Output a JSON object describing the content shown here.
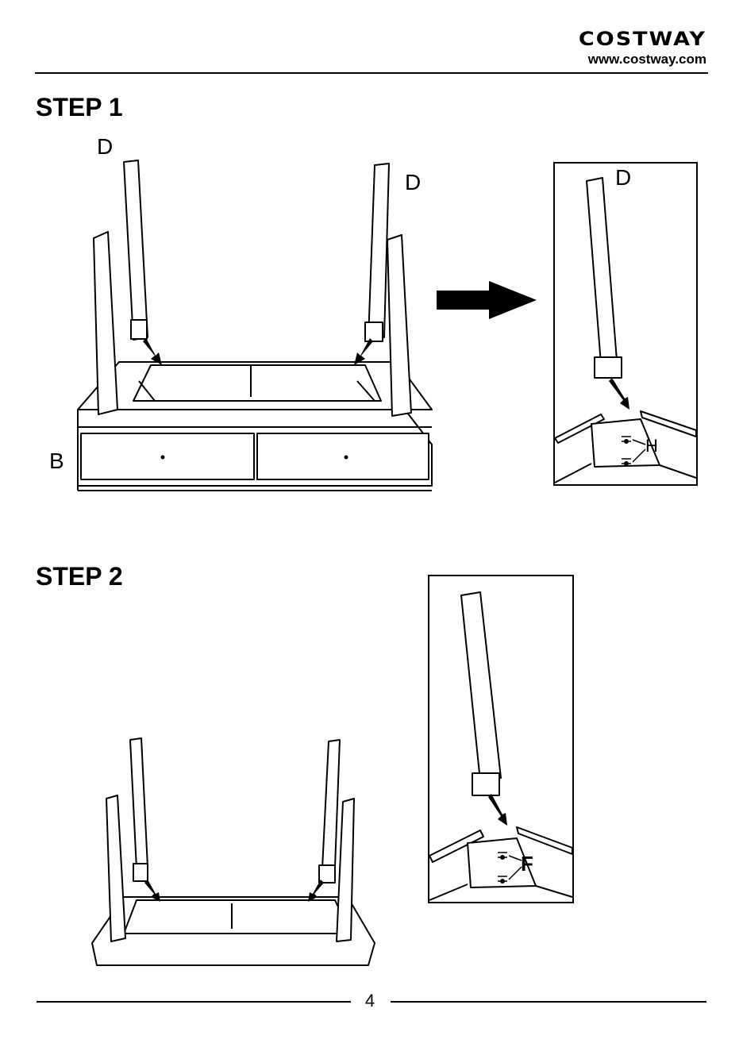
{
  "header": {
    "brand": "COSTWAY",
    "url": "www.costway.com"
  },
  "step1": {
    "title": "STEP 1",
    "labels": {
      "leg_left": "D",
      "leg_right": "D",
      "cabinet": "B",
      "detail_leg": "D",
      "detail_screws": "H"
    }
  },
  "step2": {
    "title": "STEP 2",
    "labels": {
      "detail_screws": "F"
    }
  },
  "footer": {
    "page_number": "4"
  }
}
